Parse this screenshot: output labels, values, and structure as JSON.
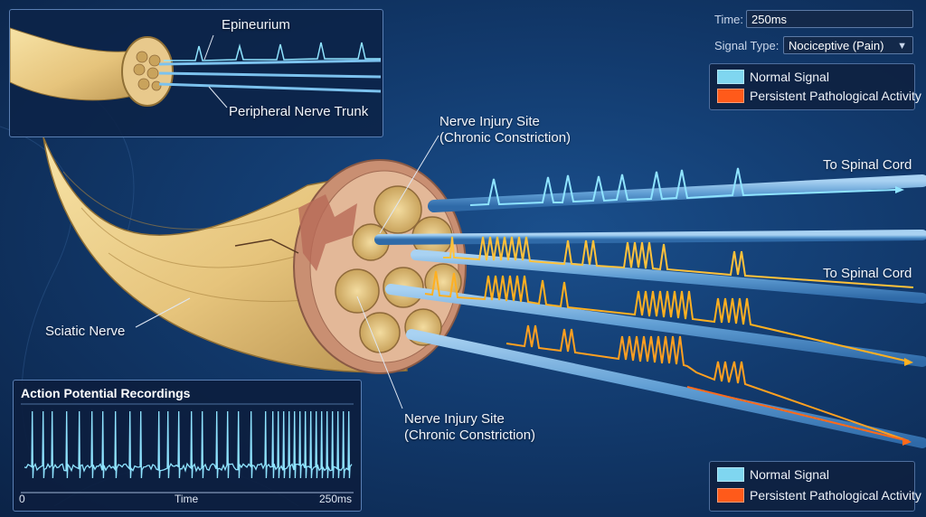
{
  "controls": {
    "time_label": "Time:",
    "time_value": "250ms",
    "signal_type_label": "Signal Type:",
    "signal_type_value": "Nociceptive (Pain)"
  },
  "legend": {
    "normal": "Normal Signal",
    "pathological": "Persistent Pathological Activity"
  },
  "inset": {
    "epineurium": "Epineurium",
    "trunk": "Peripheral Nerve Trunk"
  },
  "labels": {
    "injury_1": [
      "Nerve Injury Site",
      "(Chronic Constriction)"
    ],
    "injury_2": [
      "Nerve Injury Site",
      "(Chronic Constriction)"
    ],
    "sciatic": "Sciatic Nerve",
    "to_spinal_1": "To Spinal Cord",
    "to_spinal_2": "To Spinal Cord"
  },
  "recording": {
    "title": "Action Potential Recordings",
    "x_start": "0",
    "x_mid": "Time",
    "x_end": "250ms"
  },
  "colors": {
    "normal": "#7fd6f0",
    "pathological": "#ff5a1a",
    "signal_yellow": "#ffc23a"
  }
}
